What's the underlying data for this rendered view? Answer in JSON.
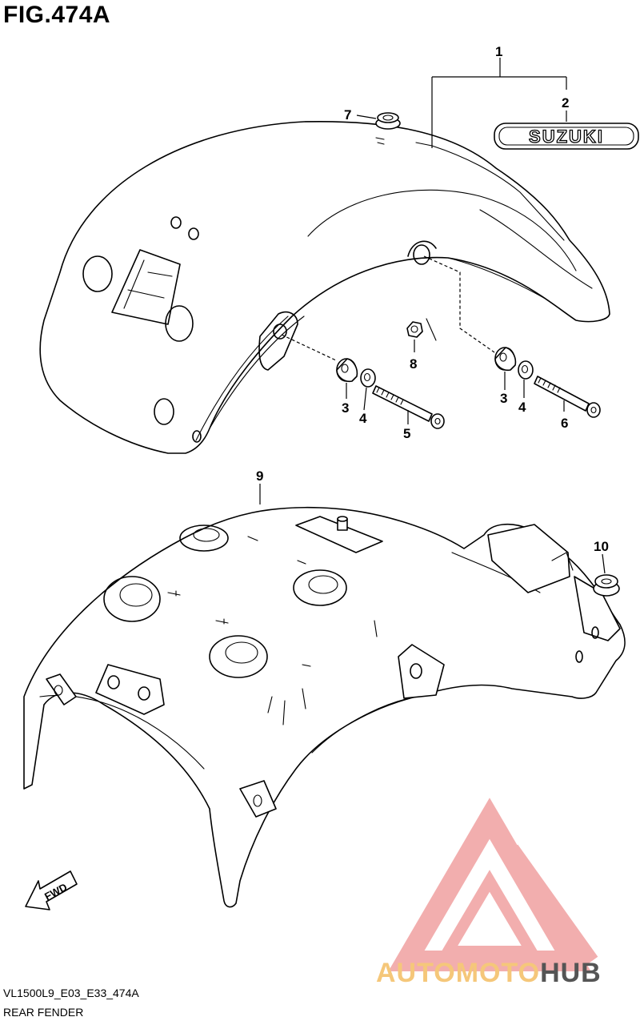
{
  "figure": {
    "title": "FIG.474A"
  },
  "callouts": {
    "c1": "1",
    "c2": "2",
    "c3a": "3",
    "c4a": "4",
    "c5": "5",
    "c3b": "3",
    "c4b": "4",
    "c6": "6",
    "c7": "7",
    "c8": "8",
    "c9": "9",
    "c10": "10"
  },
  "emblem": {
    "text": "SUZUKI"
  },
  "direction_marker": {
    "text": "FWD"
  },
  "footer": {
    "code": "VL1500L9_E03_E33_474A",
    "name": "REAR FENDER"
  },
  "watermark": {
    "part1": "AUTOMOTO",
    "part2": "HUB",
    "colors": {
      "logo": "#f0a0a0",
      "part1": "#f5c77a",
      "part2": "#555555"
    }
  }
}
